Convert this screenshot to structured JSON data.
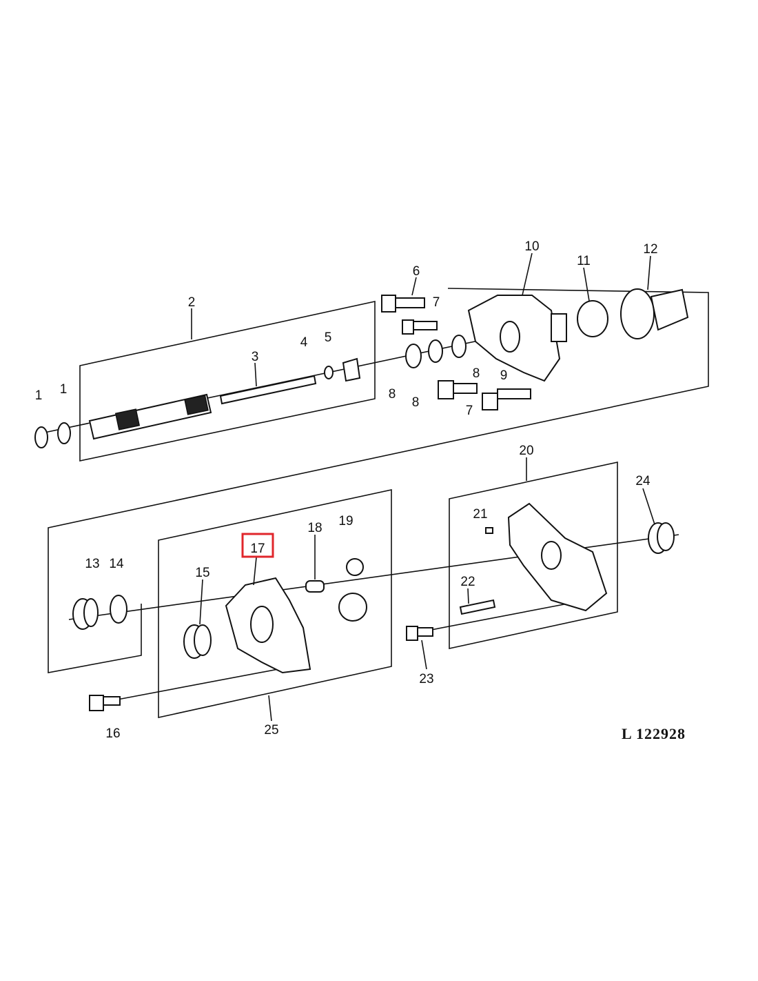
{
  "diagram": {
    "drawing_code": "L 122928",
    "highlight_color": "#e0262b",
    "highlighted_part": "17",
    "callouts": [
      "1",
      "1",
      "2",
      "3",
      "4",
      "5",
      "6",
      "7",
      "8",
      "8",
      "8",
      "7",
      "9",
      "10",
      "11",
      "12",
      "13",
      "14",
      "15",
      "17",
      "18",
      "19",
      "20",
      "21",
      "22",
      "23",
      "24",
      "16",
      "25"
    ]
  }
}
